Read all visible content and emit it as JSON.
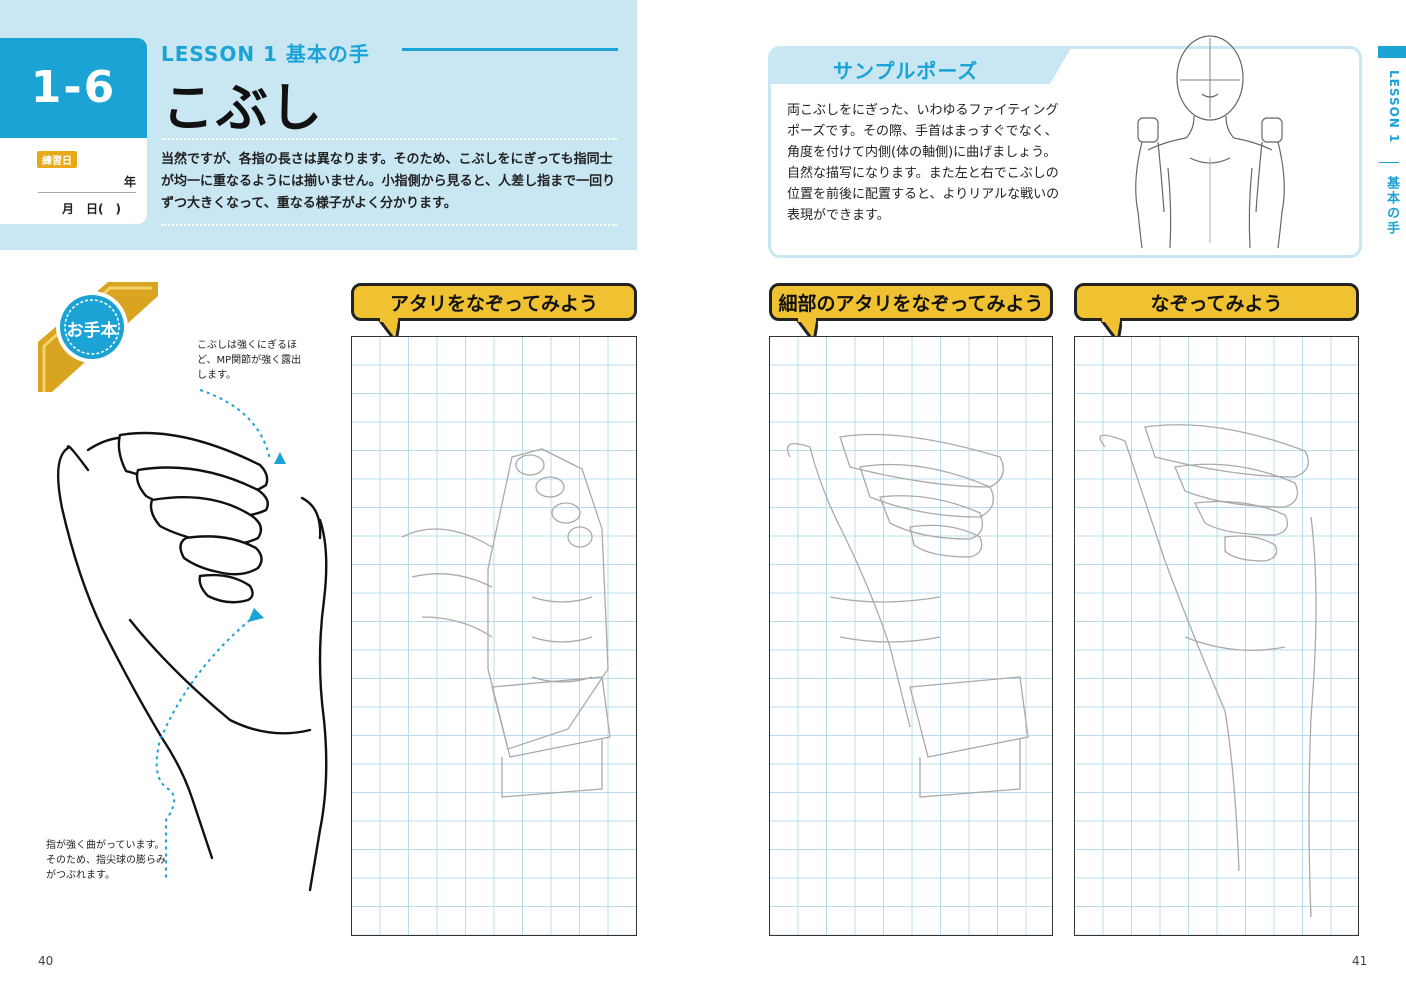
{
  "header": {
    "number": "1-6",
    "date_tag": "練習日",
    "date_year": "年",
    "date_month_day": "月　日(　)",
    "lesson": "LESSON 1 基本の手",
    "title": "こぶし",
    "intro": "当然ですが、各指の長さは異なります。そのため、こぶしをにぎっても指同士が均一に重なるようには揃いません。小指側から見ると、人差し指まで一回りずつ大きくなって、重なる様子がよく分かります。"
  },
  "sample_pose": {
    "title": "サンプルポーズ",
    "text": "両こぶしをにぎった、いわゆるファイティングポーズです。その際、手首はまっすぐでなく、角度を付けて内側(体の軸側)に曲げましょう。自然な描写になります。また左と右でこぶしの位置を前後に配置すると、よりリアルな戦いの表現ができます。"
  },
  "side_tab": {
    "lesson": "LESSON 1",
    "chapter": "基本の手"
  },
  "model": {
    "badge": "お手本",
    "note_top": "こぶしは強くにぎるほど、MP関節が強く露出します。",
    "note_bottom": "指が強く曲がっています。そのため、指尖球の膨らみがつぶれます。"
  },
  "exercises": [
    {
      "label": "アタリをなぞってみよう"
    },
    {
      "label": "細部のアタリをなぞってみよう"
    },
    {
      "label": "なぞってみよう"
    }
  ],
  "pages": {
    "left": "40",
    "right": "41"
  },
  "colors": {
    "accent_blue": "#1aa3d4",
    "light_blue": "#c9e7f3",
    "bubble_yellow": "#f0c232",
    "badge_gold": "#e8a818"
  }
}
